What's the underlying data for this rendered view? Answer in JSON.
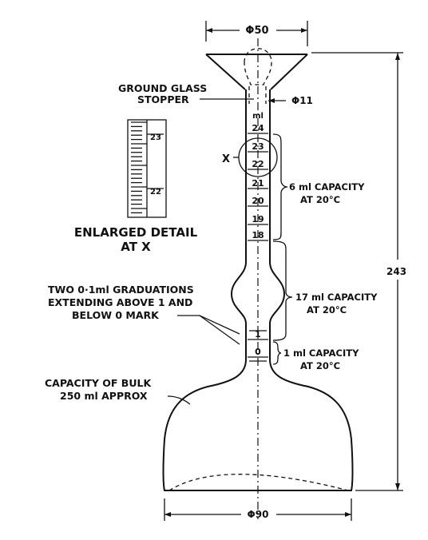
{
  "dimensions": {
    "top_diameter": "Φ50",
    "stopper_diameter": "Φ11",
    "base_diameter": "Φ90",
    "height": "243"
  },
  "labels": {
    "ground_glass_1": "GROUND GLASS",
    "ground_glass_2": "STOPPER",
    "ml_unit": "ml",
    "detail_marker": "X",
    "enlarged_1": "ENLARGED DETAIL",
    "enlarged_2": "AT X",
    "two_grad_1": "TWO 0·1ml GRADUATIONS",
    "two_grad_2": "EXTENDING ABOVE 1 AND",
    "two_grad_3": "BELOW 0 MARK",
    "bulk_1": "CAPACITY OF BULK",
    "bulk_2": "250 ml APPROX",
    "cap6_1": "6 ml CAPACITY",
    "cap6_2": "AT 20°C",
    "cap17_1": "17 ml CAPACITY",
    "cap17_2": "AT 20°C",
    "cap1_1": "1 ml CAPACITY",
    "cap1_2": "AT 20°C"
  },
  "graduations": [
    "24",
    "23",
    "22",
    "21",
    "20",
    "19",
    "18",
    "1",
    "0"
  ],
  "detail_graduations": [
    "23",
    "22"
  ]
}
